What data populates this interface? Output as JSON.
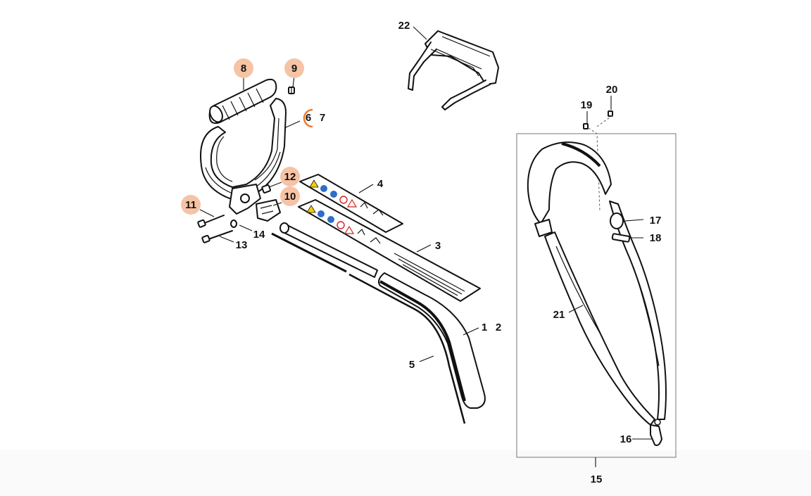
{
  "diagram": {
    "callouts": [
      {
        "id": "c1",
        "label": "1",
        "highlighted": false
      },
      {
        "id": "c2",
        "label": "2",
        "highlighted": false
      },
      {
        "id": "c3",
        "label": "3",
        "highlighted": false
      },
      {
        "id": "c4",
        "label": "4",
        "highlighted": false
      },
      {
        "id": "c5",
        "label": "5",
        "highlighted": false
      },
      {
        "id": "c6",
        "label": "6",
        "highlighted": true,
        "style": "ring"
      },
      {
        "id": "c7",
        "label": "7",
        "highlighted": false
      },
      {
        "id": "c8",
        "label": "8",
        "highlighted": true,
        "style": "filled"
      },
      {
        "id": "c9",
        "label": "9",
        "highlighted": true,
        "style": "filled"
      },
      {
        "id": "c10",
        "label": "10",
        "highlighted": true,
        "style": "filled"
      },
      {
        "id": "c11",
        "label": "11",
        "highlighted": true,
        "style": "filled"
      },
      {
        "id": "c12",
        "label": "12",
        "highlighted": true,
        "style": "filled"
      },
      {
        "id": "c13",
        "label": "13",
        "highlighted": false
      },
      {
        "id": "c14",
        "label": "14",
        "highlighted": false
      },
      {
        "id": "c15",
        "label": "15",
        "highlighted": false
      },
      {
        "id": "c16",
        "label": "16",
        "highlighted": false
      },
      {
        "id": "c17",
        "label": "17",
        "highlighted": false
      },
      {
        "id": "c18",
        "label": "18",
        "highlighted": false
      },
      {
        "id": "c19",
        "label": "19",
        "highlighted": false
      },
      {
        "id": "c20",
        "label": "20",
        "highlighted": false
      },
      {
        "id": "c21",
        "label": "21",
        "highlighted": false
      },
      {
        "id": "c22",
        "label": "22",
        "highlighted": false
      }
    ],
    "colors": {
      "highlight_fill": "#f6c3a5",
      "highlight_ring": "#f07a2c",
      "line": "#111111",
      "warning_yellow": "#f5d000",
      "info_blue": "#2a6fc9",
      "prohibit_red": "#d42020"
    }
  }
}
